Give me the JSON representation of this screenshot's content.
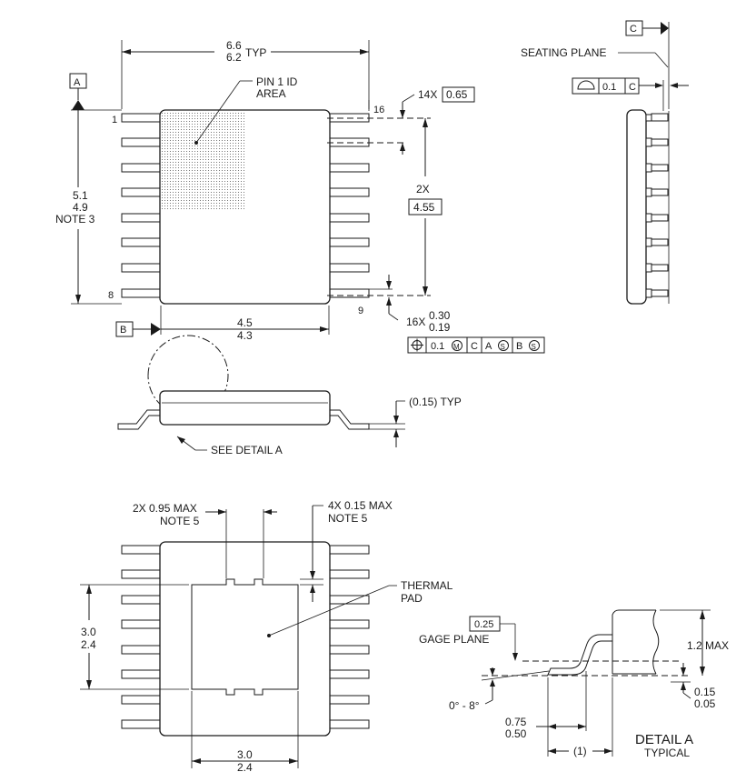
{
  "top_view": {
    "dim_length": {
      "max": "6.6",
      "min": "6.2",
      "suffix": "TYP"
    },
    "pin1_callout": [
      "PIN 1 ID",
      "AREA"
    ],
    "datum_a": "A",
    "datum_b": "B",
    "pin_labels": {
      "p1": "1",
      "p8": "8",
      "p9": "9",
      "p16": "16"
    },
    "dim_height": {
      "max": "5.1",
      "min": "4.9",
      "note": "NOTE 3"
    },
    "dim_width": {
      "max": "4.5",
      "min": "4.3"
    },
    "pitch": {
      "count": "14X",
      "value": "0.65"
    },
    "span": {
      "count": "2X",
      "value": "4.55"
    },
    "lead_width": {
      "count": "16X",
      "max": "0.30",
      "min": "0.19"
    },
    "position_tolerance": {
      "value": "0.1",
      "modifier": "M",
      "refs": [
        "C",
        "A",
        "B"
      ],
      "ref_modifier": "S"
    }
  },
  "side_view": {
    "datum_c": "C",
    "seating_plane": "SEATING PLANE",
    "flatness": {
      "value": "0.1",
      "ref": "C"
    }
  },
  "front_view": {
    "standoff": "(0.15) TYP",
    "see_detail": "SEE DETAIL A"
  },
  "bottom_view": {
    "slot_width": [
      "2X 0.95 MAX",
      "NOTE 5"
    ],
    "slot_depth": [
      "4X 0.15 MAX",
      "NOTE 5"
    ],
    "thermal_pad": [
      "THERMAL",
      "PAD"
    ],
    "pad_height": {
      "max": "3.0",
      "min": "2.4"
    },
    "pad_width": {
      "max": "3.0",
      "min": "2.4"
    }
  },
  "detail_a": {
    "gage_value": "0.25",
    "gage_label": "GAGE PLANE",
    "height_max": "1.2 MAX",
    "standoff": {
      "max": "0.15",
      "min": "0.05"
    },
    "angle": "0° - 8°",
    "foot_length": {
      "max": "0.75",
      "min": "0.50"
    },
    "foot_ref": "(1)",
    "title": "DETAIL A",
    "subtitle": "TYPICAL"
  }
}
